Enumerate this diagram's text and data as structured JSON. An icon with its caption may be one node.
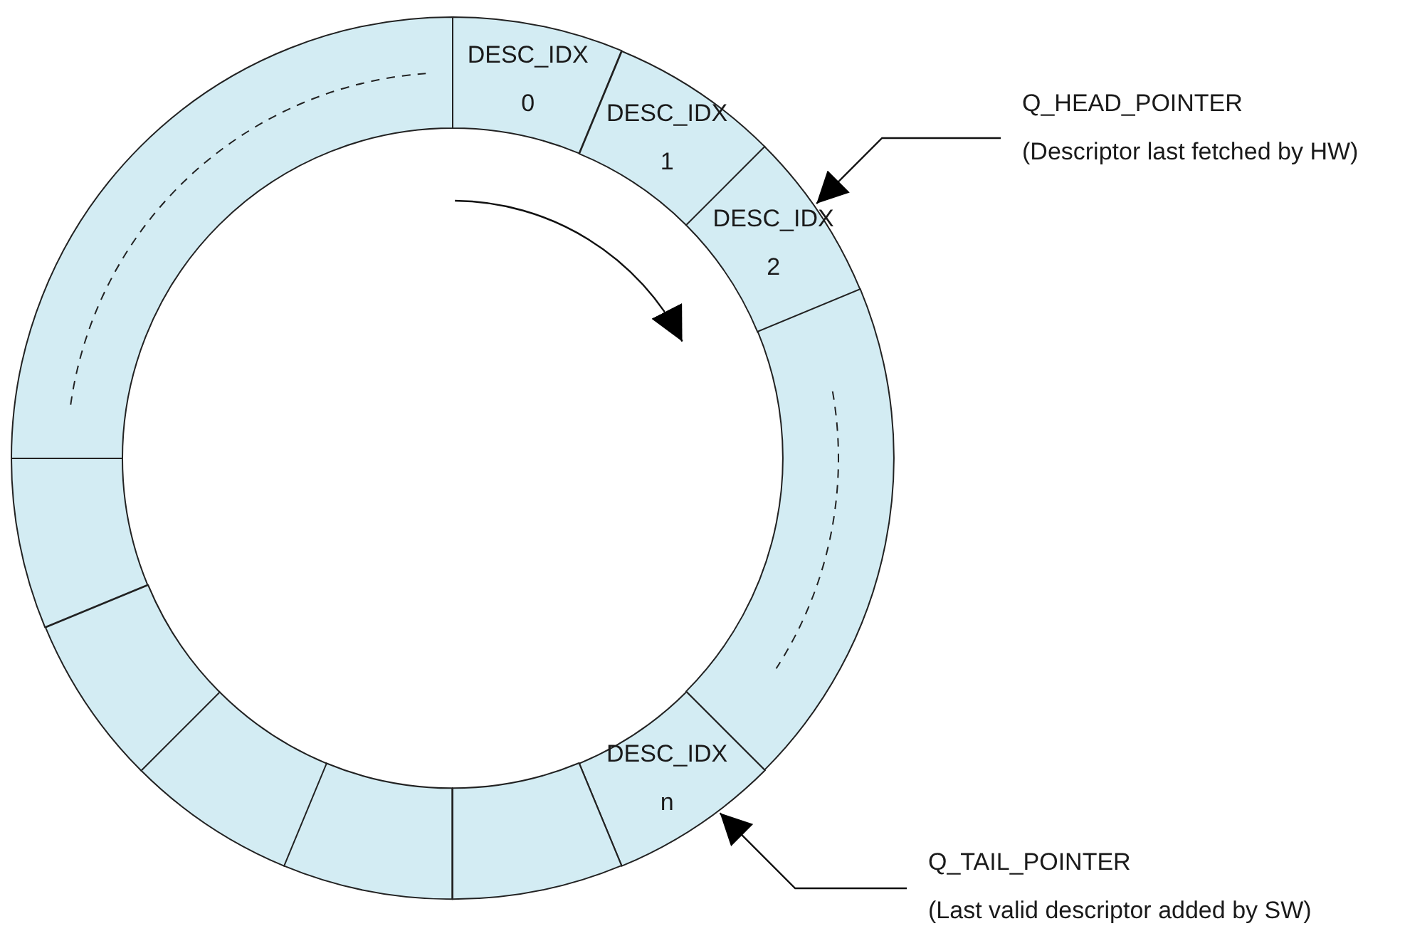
{
  "diagram": {
    "nodes": [
      {
        "text": [
          "DESC_IDX 0"
        ]
      },
      {
        "text": [
          "DESC_IDX 1"
        ]
      },
      {
        "text": [
          "DESC_IDX 2"
        ]
      },
      {
        "text": [
          "Q_HEAD_POINTER",
          "(Descriptor last fetched by HW)"
        ]
      },
      {
        "text": [],
        "shape": "box"
      },
      {
        "text": [
          "DESC_IDX n"
        ]
      },
      {
        "text": [
          "Q_TAIL_POINTER",
          "(Last valid descriptor added by SW)"
        ]
      },
      {
        "text": [],
        "shape": "box"
      },
      {
        "text": [],
        "shape": "box"
      },
      {
        "text": [],
        "shape": "box"
      },
      {
        "text": [],
        "shape": "box"
      },
      {
        "text": [],
        "shape": "box"
      },
      {
        "text": [],
        "shape": "box"
      }
    ],
    "edges": [
      {
        "from": 3,
        "to": 2,
        "arrow": "to"
      },
      {
        "from": 6,
        "to": 5,
        "arrow": "to"
      }
    ]
  }
}
